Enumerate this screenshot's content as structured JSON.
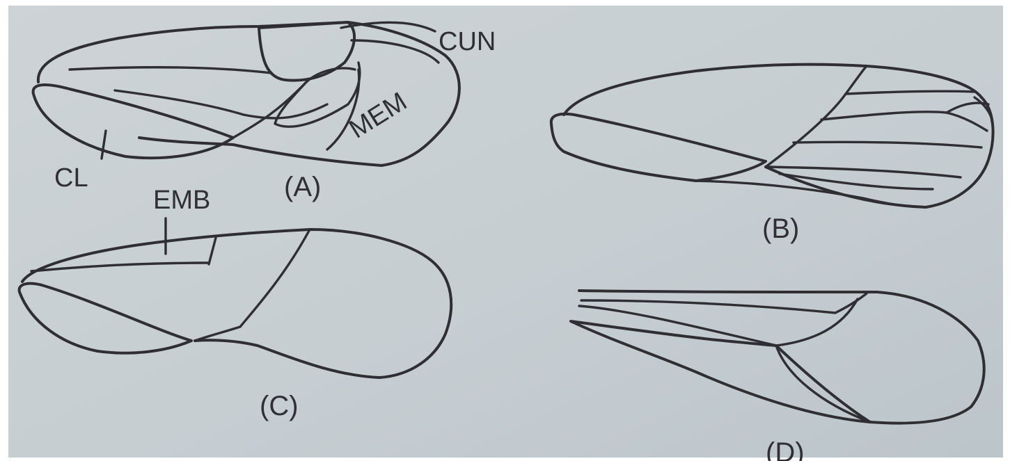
{
  "figure": {
    "labels": {
      "cun": "CUN",
      "mem": "MEM",
      "cl": "CL",
      "emb": "EMB"
    },
    "panels": {
      "a": "(A)",
      "b": "(B)",
      "c": "(C)",
      "d": "(D)"
    }
  },
  "colors": {
    "background": "#c9d0d4",
    "ink": "#2e2e33",
    "clavus_fill": "#d6d9d6"
  }
}
